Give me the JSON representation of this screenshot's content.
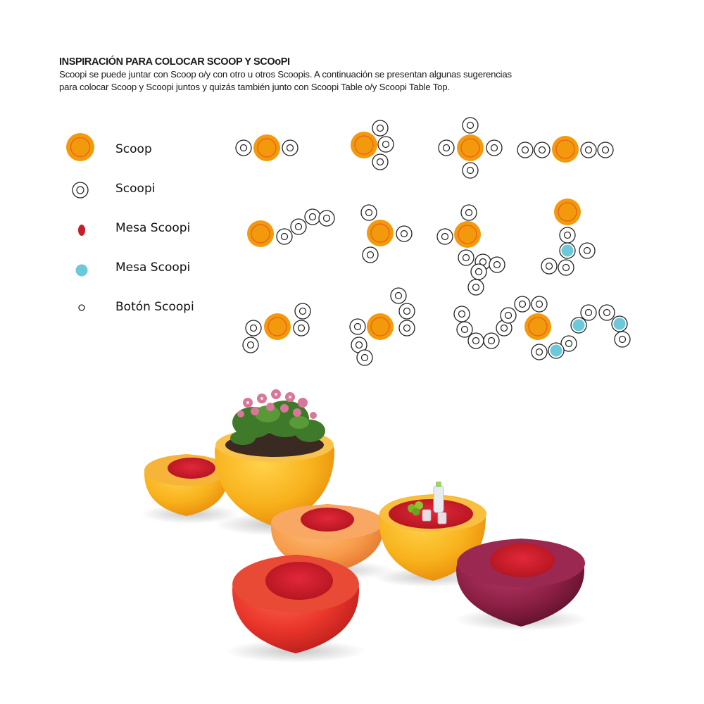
{
  "heading": "INSPIRACIÓN PARA COLOCAR SCOOP Y SCOoPI",
  "intro": {
    "line1": "Scoopi se puede juntar con Scoop o/y con otro u otros Scoopis. A continuación se presentan algunas sugerencias",
    "line2": "para colocar Scoop y Scoopi juntos y quizás también junto con Scoopi Table o/y Scoopi Table Top."
  },
  "legend": [
    {
      "label": "Scoop",
      "icon": "scoop-icon"
    },
    {
      "label": "Scoopi",
      "icon": "scoopi-icon"
    },
    {
      "label": "Mesa Scoopi",
      "icon": "red-table-icon"
    },
    {
      "label": "Mesa Scoopi",
      "icon": "blue-table-icon"
    },
    {
      "label": "Botón Scoopi",
      "icon": "button-icon"
    }
  ],
  "colors": {
    "scoop_fill": "#f39a0c",
    "scoop_ring": "#e8601c",
    "table_red": "#c4202a",
    "table_blue": "#6cc9d9",
    "outline": "#222222"
  }
}
